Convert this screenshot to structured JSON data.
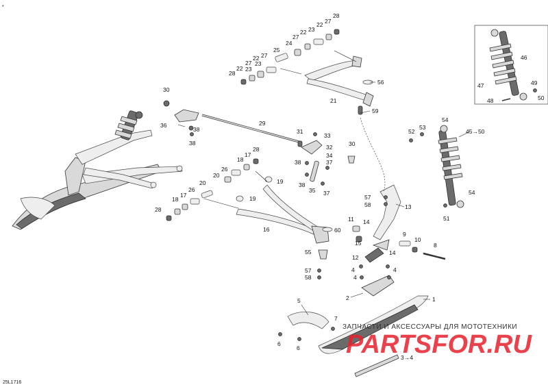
{
  "diagram": {
    "code": "25L1716",
    "corner_mark": "*",
    "watermark_caption": "ЗАПЧАСТИ И АКСЕССУАРЫ ДЛЯ МОТОТЕХНИКИ",
    "watermark_logo": "PARTSFOR.RU"
  },
  "callouts": [
    {
      "id": "c28a",
      "label": "28"
    },
    {
      "id": "c27a",
      "label": "27"
    },
    {
      "id": "c23a",
      "label": "23"
    },
    {
      "id": "c22a",
      "label": "22"
    },
    {
      "id": "c27b",
      "label": "27"
    },
    {
      "id": "c22b",
      "label": "22"
    },
    {
      "id": "c23b",
      "label": "23"
    },
    {
      "id": "c27c",
      "label": "27"
    },
    {
      "id": "c24",
      "label": "24"
    },
    {
      "id": "c25",
      "label": "25"
    },
    {
      "id": "c27d",
      "label": "27"
    },
    {
      "id": "c22c",
      "label": "22"
    },
    {
      "id": "c23c",
      "label": "23"
    },
    {
      "id": "c22d",
      "label": "22"
    },
    {
      "id": "c28b",
      "label": "28"
    },
    {
      "id": "c56",
      "label": "56"
    },
    {
      "id": "c21",
      "label": "21"
    },
    {
      "id": "c59",
      "label": "59"
    },
    {
      "id": "c30a",
      "label": "30"
    },
    {
      "id": "c36",
      "label": "36"
    },
    {
      "id": "c38a",
      "label": "38"
    },
    {
      "id": "c38b",
      "label": "38"
    },
    {
      "id": "c29",
      "label": "29"
    },
    {
      "id": "c31",
      "label": "31"
    },
    {
      "id": "c33",
      "label": "33"
    },
    {
      "id": "c32",
      "label": "32"
    },
    {
      "id": "c34",
      "label": "34"
    },
    {
      "id": "c38c",
      "label": "38"
    },
    {
      "id": "c37a",
      "label": "37"
    },
    {
      "id": "c30b",
      "label": "30"
    },
    {
      "id": "c38d",
      "label": "38"
    },
    {
      "id": "c35",
      "label": "35"
    },
    {
      "id": "c37b",
      "label": "37"
    },
    {
      "id": "c28c",
      "label": "28"
    },
    {
      "id": "c17a",
      "label": "17"
    },
    {
      "id": "c18a",
      "label": "18"
    },
    {
      "id": "c26a",
      "label": "26"
    },
    {
      "id": "c20a",
      "label": "20"
    },
    {
      "id": "c19a",
      "label": "19"
    },
    {
      "id": "c20b",
      "label": "20"
    },
    {
      "id": "c26b",
      "label": "26"
    },
    {
      "id": "c17b",
      "label": "17"
    },
    {
      "id": "c18b",
      "label": "18"
    },
    {
      "id": "c28d",
      "label": "28"
    },
    {
      "id": "c19b",
      "label": "19"
    },
    {
      "id": "c16",
      "label": "16"
    },
    {
      "id": "c60",
      "label": "60"
    },
    {
      "id": "c55",
      "label": "55"
    },
    {
      "id": "c57a",
      "label": "57"
    },
    {
      "id": "c58a",
      "label": "58"
    },
    {
      "id": "c57b",
      "label": "57"
    },
    {
      "id": "c58b",
      "label": "58"
    },
    {
      "id": "c13",
      "label": "13"
    },
    {
      "id": "c11",
      "label": "11"
    },
    {
      "id": "c14a",
      "label": "14"
    },
    {
      "id": "c15",
      "label": "15"
    },
    {
      "id": "c14b",
      "label": "14"
    },
    {
      "id": "c12",
      "label": "12"
    },
    {
      "id": "c9",
      "label": "9"
    },
    {
      "id": "c10",
      "label": "10"
    },
    {
      "id": "c8",
      "label": "8"
    },
    {
      "id": "c4a",
      "label": "4"
    },
    {
      "id": "c4b",
      "label": "4"
    },
    {
      "id": "c4c",
      "label": "4"
    },
    {
      "id": "c2",
      "label": "2"
    },
    {
      "id": "c1",
      "label": "1"
    },
    {
      "id": "c5",
      "label": "5"
    },
    {
      "id": "c7",
      "label": "7"
    },
    {
      "id": "c6a",
      "label": "6"
    },
    {
      "id": "c6b",
      "label": "6"
    },
    {
      "id": "c34b",
      "label": "3→4"
    },
    {
      "id": "c54a",
      "label": "54"
    },
    {
      "id": "c52",
      "label": "52"
    },
    {
      "id": "c53",
      "label": "53"
    },
    {
      "id": "c4550",
      "label": "45→50"
    },
    {
      "id": "c54b",
      "label": "54"
    },
    {
      "id": "c51",
      "label": "51"
    },
    {
      "id": "c46",
      "label": "46"
    },
    {
      "id": "c47",
      "label": "47"
    },
    {
      "id": "c49",
      "label": "49"
    },
    {
      "id": "c50",
      "label": "50"
    },
    {
      "id": "c48",
      "label": "48"
    }
  ]
}
